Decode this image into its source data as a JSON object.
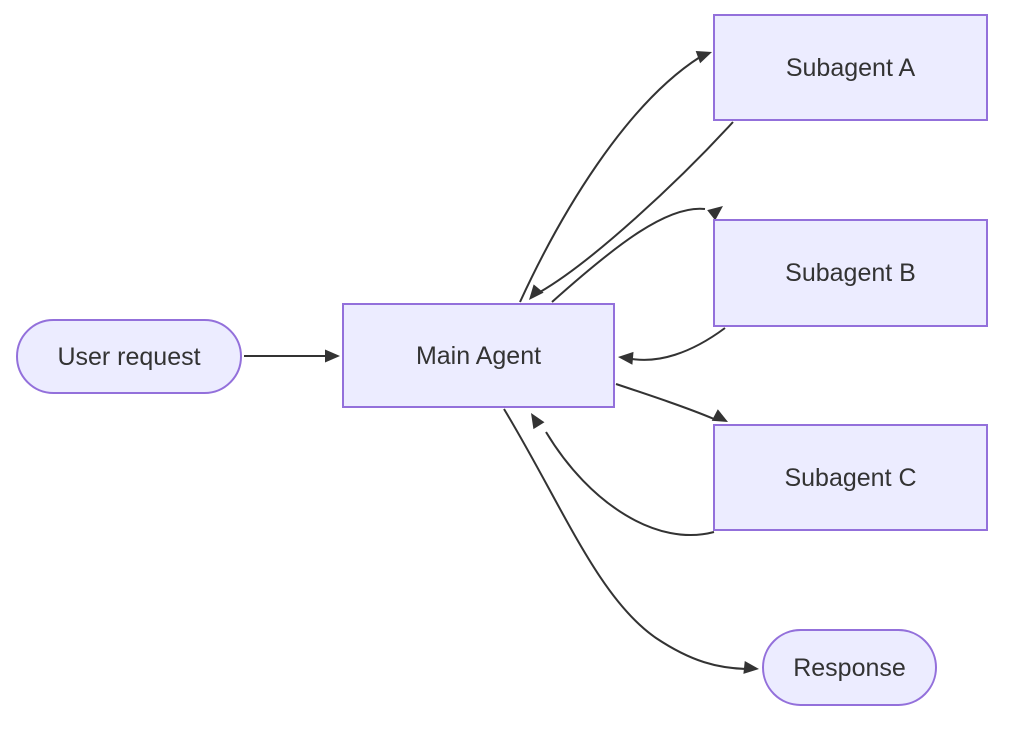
{
  "diagram": {
    "type": "flowchart",
    "direction": "left-to-right",
    "colors": {
      "background": "#ffffff",
      "node-fill": "#ECECFF",
      "node-border": "#9370DB",
      "text": "#333333",
      "edge": "#333333"
    },
    "nodes": [
      {
        "id": "user_request",
        "label": "User request",
        "shape": "stadium"
      },
      {
        "id": "main_agent",
        "label": "Main Agent",
        "shape": "rect"
      },
      {
        "id": "subagent_a",
        "label": "Subagent A",
        "shape": "rect"
      },
      {
        "id": "subagent_b",
        "label": "Subagent B",
        "shape": "rect"
      },
      {
        "id": "subagent_c",
        "label": "Subagent C",
        "shape": "rect"
      },
      {
        "id": "response",
        "label": "Response",
        "shape": "stadium"
      }
    ],
    "edges": [
      {
        "from": "user_request",
        "to": "main_agent"
      },
      {
        "from": "main_agent",
        "to": "subagent_a"
      },
      {
        "from": "subagent_a",
        "to": "main_agent"
      },
      {
        "from": "main_agent",
        "to": "subagent_b"
      },
      {
        "from": "subagent_b",
        "to": "main_agent"
      },
      {
        "from": "main_agent",
        "to": "subagent_c"
      },
      {
        "from": "subagent_c",
        "to": "main_agent"
      },
      {
        "from": "main_agent",
        "to": "response"
      }
    ]
  }
}
